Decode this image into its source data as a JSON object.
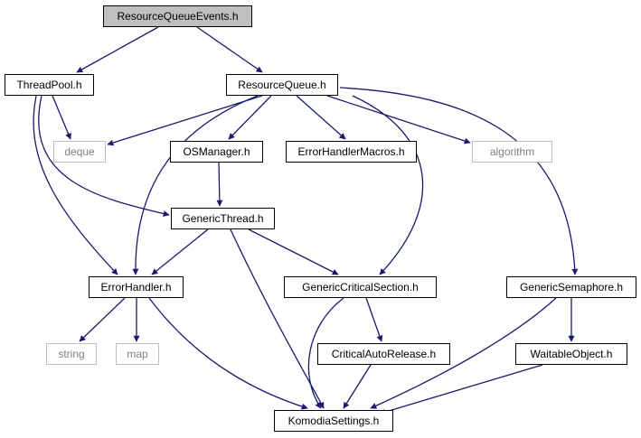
{
  "edge_color": "#191970",
  "root_fill": "#bfbfbf",
  "external_border": "#bfbfbf",
  "nodes": {
    "resource_queue_events": "ResourceQueueEvents.h",
    "thread_pool": "ThreadPool.h",
    "resource_queue": "ResourceQueue.h",
    "deque": "deque",
    "os_manager": "OSManager.h",
    "error_handler_macros": "ErrorHandlerMacros.h",
    "algorithm": "algorithm",
    "generic_thread": "GenericThread.h",
    "error_handler": "ErrorHandler.h",
    "generic_critical_section": "GenericCriticalSection.h",
    "generic_semaphore": "GenericSemaphore.h",
    "string": "string",
    "map": "map",
    "critical_auto_release": "CriticalAutoRelease.h",
    "waitable_object": "WaitableObject.h",
    "komodia_settings": "KomodiaSettings.h"
  }
}
